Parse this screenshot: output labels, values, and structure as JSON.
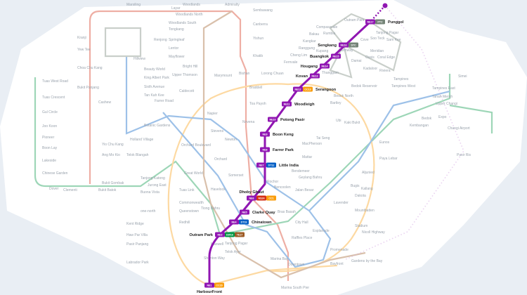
{
  "map": {
    "highlighted_line": {
      "code": "NE",
      "color": "#9016b2",
      "stations": [
        {
          "code": "NE17",
          "name": "Punggol",
          "transfer": "PTC"
        },
        {
          "code": "NE16",
          "name": "Sengkang",
          "transfer": "STC"
        },
        {
          "code": "NE15",
          "name": "Buangkok"
        },
        {
          "code": "NE14",
          "name": "Hougang"
        },
        {
          "code": "NE13",
          "name": "Kovan"
        },
        {
          "code": "NE12",
          "name": "Serangoon",
          "transfer": "CC13"
        },
        {
          "code": "NE11",
          "name": "Woodleigh"
        },
        {
          "code": "NE10",
          "name": "Potong Pasir"
        },
        {
          "code": "NE9",
          "name": "Boon Keng"
        },
        {
          "code": "NE8",
          "name": "Farrer Park"
        },
        {
          "code": "NE7",
          "name": "Little India",
          "transfer": "DT12"
        },
        {
          "code": "NE6",
          "name": "Dhoby Ghaut",
          "transfer": "NS24 CC1"
        },
        {
          "code": "NE5",
          "name": "Clarke Quay"
        },
        {
          "code": "NE4",
          "name": "Chinatown",
          "transfer": "DT19"
        },
        {
          "code": "NE3",
          "name": "Outram Park",
          "transfer": "EW16 TE17"
        },
        {
          "code": "NE1",
          "name": "HarbourFront",
          "transfer": "CC29"
        }
      ]
    },
    "line_colors": {
      "NS": "#d42e12",
      "EW": "#009645",
      "CC": "#fa9e0d",
      "DT": "#005ec4",
      "TE": "#9d5b25",
      "LRT": "#748477",
      "CE": "#fa9e0d"
    },
    "other_stations": [
      "Woodlands North",
      "Woodlands South",
      "Springleaf",
      "Lentor",
      "Mayflower",
      "Bright Hill",
      "Upper Thomson",
      "Caldecott",
      "Marymount",
      "Bishan",
      "Lorong Chuan",
      "Braddell",
      "Toa Payoh",
      "Novena",
      "Newton",
      "Orchard",
      "Somerset",
      "Stevens",
      "Napier",
      "Orchard Boulevard",
      "Great World",
      "Havelock",
      "Maxwell",
      "Shenton Way",
      "Marina Bay",
      "Marina South Pier",
      "Tanjong Pagar",
      "Telok Ayer",
      "Downtown",
      "Raffles Place",
      "City Hall",
      "Esplanade",
      "Promenade",
      "Bayfront",
      "Gardens by the Bay",
      "Bras Basah",
      "Bencoolen",
      "Rochor",
      "Jalan Besar",
      "Bendemeer",
      "Geylang Bahru",
      "Mattar",
      "MacPherson",
      "Tai Seng",
      "Bartley",
      "Ubi",
      "Kaki Bukit",
      "Bedok North",
      "Bedok Reservoir",
      "Tampines West",
      "Tampines",
      "Tampines East",
      "Upper Changi",
      "Expo",
      "Changi Airport",
      "Pasir Ris",
      "Simei",
      "Tanah Merah",
      "Bedok",
      "Kembangan",
      "Eunos",
      "Paya Lebar",
      "Aljunied",
      "Kallang",
      "Lavender",
      "Bugis",
      "Dakota",
      "Mountbatten",
      "Stadium",
      "Nicoll Highway",
      "Tanjong Katong",
      "Buona Vista",
      "one-north",
      "Kent Ridge",
      "Haw Par Villa",
      "Pasir Panjang",
      "Labrador Park",
      "Telok Blangah",
      "Holland Village",
      "Farrer Road",
      "Botanic Gardens",
      "Tan Kah Kee",
      "Sixth Avenue",
      "King Albert Park",
      "Beauty World",
      "Hillview",
      "Cashew",
      "Bukit Panjang",
      "Choa Chu Kang",
      "Yew Tee",
      "Kranji",
      "Marsiling",
      "Woodlands",
      "Admiralty",
      "Sembawang",
      "Canberra",
      "Yishun",
      "Khatib",
      "Yio Chu Kang",
      "Ang Mo Kio",
      "Bukit Batok",
      "Bukit Gombak",
      "Jurong East",
      "Clementi",
      "Dover",
      "Chinese Garden",
      "Lakeside",
      "Boon Lay",
      "Pioneer",
      "Joo Koon",
      "Gul Circle",
      "Tuas Crescent",
      "Tuas West Road",
      "Tuas Link",
      "Commonwealth",
      "Queenstown",
      "Redhill",
      "Tiong Bahru",
      "Outram Park",
      "Tanjong Pagar",
      "Sam Kee",
      "Soo Teck",
      "Cove",
      "Meridian",
      "Coral Edge",
      "Riviera",
      "Kadaloor",
      "Oasis",
      "Damai",
      "Compassvale",
      "Rumbia",
      "Bakau",
      "Kangkar",
      "Ranggung",
      "Cheng Lim",
      "Farmway",
      "Kupang",
      "Thanggam",
      "Fernvale",
      "Layar",
      "Tongkang",
      "Renjong"
    ]
  }
}
